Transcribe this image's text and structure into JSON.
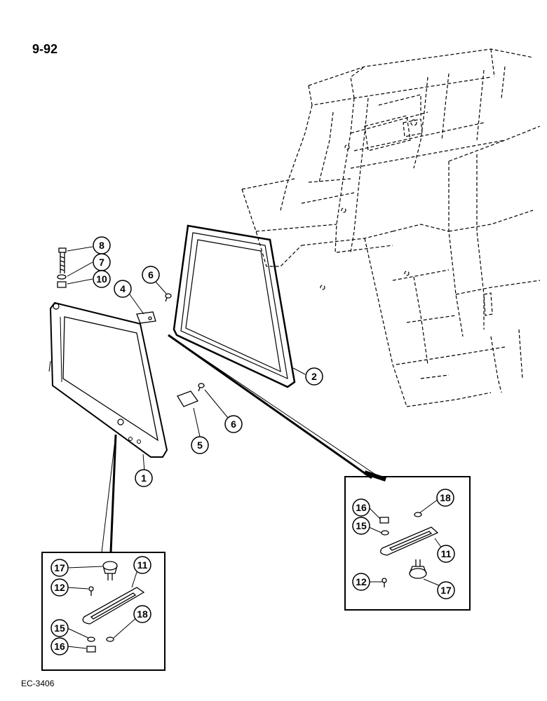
{
  "page_number": "9-92",
  "figure_code": "EC-3406",
  "callouts": {
    "c1": "1",
    "c2": "2",
    "c4": "4",
    "c5": "5",
    "c6a": "6",
    "c6b": "6",
    "c7": "7",
    "c8": "8",
    "c10": "10",
    "l_c11": "11",
    "l_c12": "12",
    "l_c15": "15",
    "l_c16": "16",
    "l_c17": "17",
    "l_c18": "18",
    "r_c11": "11",
    "r_c12": "12",
    "r_c15": "15",
    "r_c16": "16",
    "r_c17": "17",
    "r_c18": "18"
  }
}
